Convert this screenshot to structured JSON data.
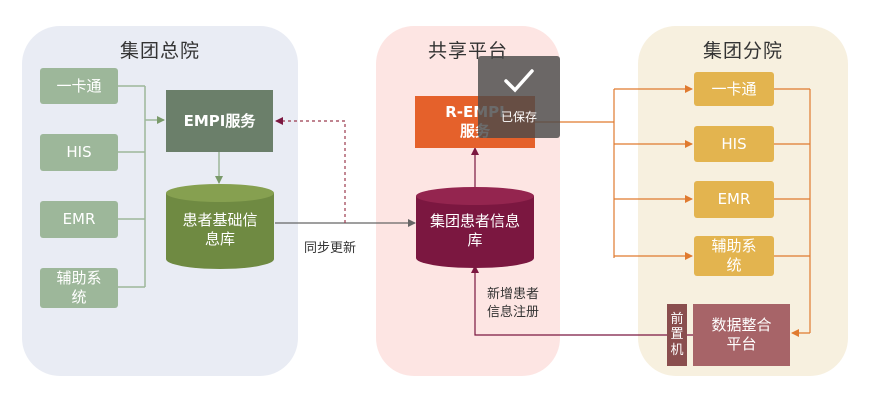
{
  "left": {
    "title": "集团总院",
    "items": [
      "一卡通",
      "HIS",
      "EMR",
      "辅助系统"
    ],
    "empi": "EMPI服务",
    "db": "患者基础信息库"
  },
  "middle": {
    "title": "共享平台",
    "rempi": "R-EMPI服务",
    "db": "集团患者信息库",
    "saved": "已保存"
  },
  "right": {
    "title": "集团分院",
    "items": [
      "一卡通",
      "HIS",
      "EMR",
      "辅助系统"
    ],
    "front": "前置机",
    "integration": "数据整合平台"
  },
  "labels": {
    "sync": "同步更新",
    "register": "新增患者信息注册"
  },
  "colors": {
    "left_bg": "#e9ecf4",
    "middle_bg": "#fde5e3",
    "right_bg": "#f7f0df",
    "green": "#9db79a",
    "empi": "#6b7f6a",
    "db_green": "#6f8a42",
    "rempi": "#e5612b",
    "db_maroon": "#7b1740",
    "gold": "#e3b44f",
    "integration": "#a76468",
    "front": "#8a4e4e",
    "arrow_orange": "#e07a2f"
  }
}
